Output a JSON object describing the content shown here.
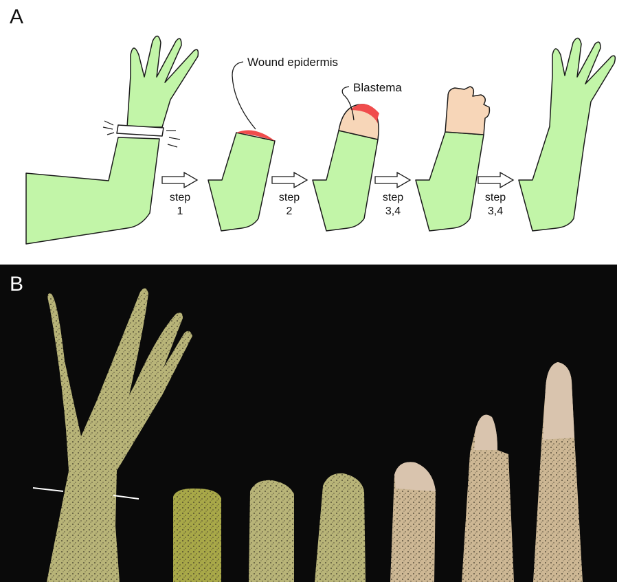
{
  "panel_a": {
    "letter": "A",
    "label_wound": "Wound epidermis",
    "label_blastema": "Blastema",
    "steps": [
      {
        "word": "step",
        "num": "1"
      },
      {
        "word": "step",
        "num": "2"
      },
      {
        "word": "step",
        "num": "3,4"
      },
      {
        "word": "step",
        "num": "3,4"
      }
    ],
    "colors": {
      "limb": "#c2f5a8",
      "blastema": "#f7d6b8",
      "wound": "#f04c4c",
      "outline": "#1a1a1a"
    }
  },
  "panel_b": {
    "letter": "B",
    "colors": {
      "background": "#0a0a0a",
      "tissue": "#b8b478",
      "regenerate": "#d9c4ae",
      "amputation_line": "#ffffff"
    }
  }
}
